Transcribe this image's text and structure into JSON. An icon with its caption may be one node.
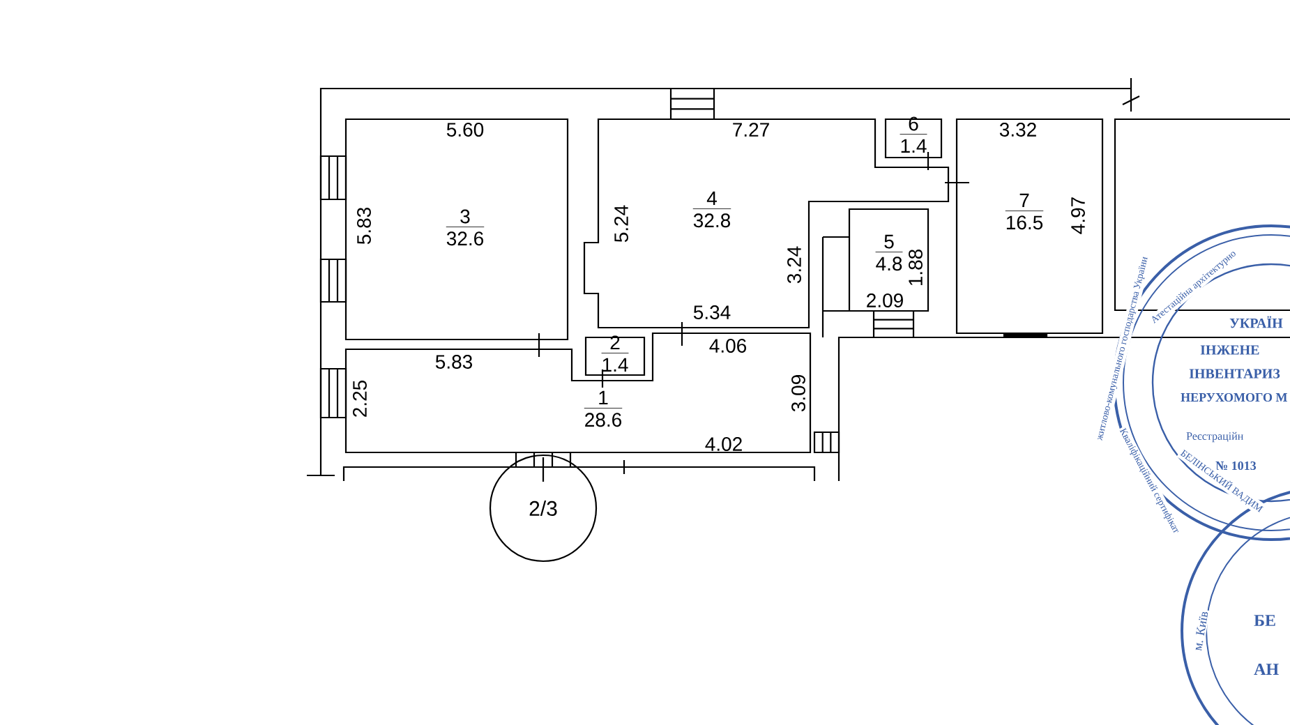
{
  "diagram": {
    "nodes": [
      {
        "text": [
          "3",
          "32.6"
        ]
      },
      {
        "text": [
          "4",
          "32.8"
        ]
      },
      {
        "text": [
          "6",
          "1.4"
        ]
      },
      {
        "text": [
          "7",
          "16.5"
        ]
      },
      {
        "text": [
          "5",
          "4.8"
        ]
      },
      {
        "text": [
          "2",
          "1.4"
        ]
      },
      {
        "text": [
          "1",
          "28.6"
        ]
      },
      {
        "text": [
          "2/3"
        ]
      }
    ],
    "edges": [],
    "labels": [
      "5.60",
      "7.27",
      "3.32",
      "5.83",
      "5.24",
      "4.97",
      "3.24",
      "1.88",
      "2.09",
      "5.34",
      "5.83",
      "4.06",
      "2.25",
      "3.09",
      "4.02",
      "житлово-комунального господарства України",
      "Атестаційна архітектурно",
      "УКРАЇН",
      "ІНЖЕНЕ",
      "ІНВЕНТАРИЗ",
      "НЕРУХОМОГО М",
      "Реєстраційн",
      "№ 1013",
      "Кваліфікаційний сертифікат",
      "БЕЛІНСЬКИЙ ВАДИМ",
      "м. Київ",
      "БЕ",
      "АН"
    ]
  }
}
